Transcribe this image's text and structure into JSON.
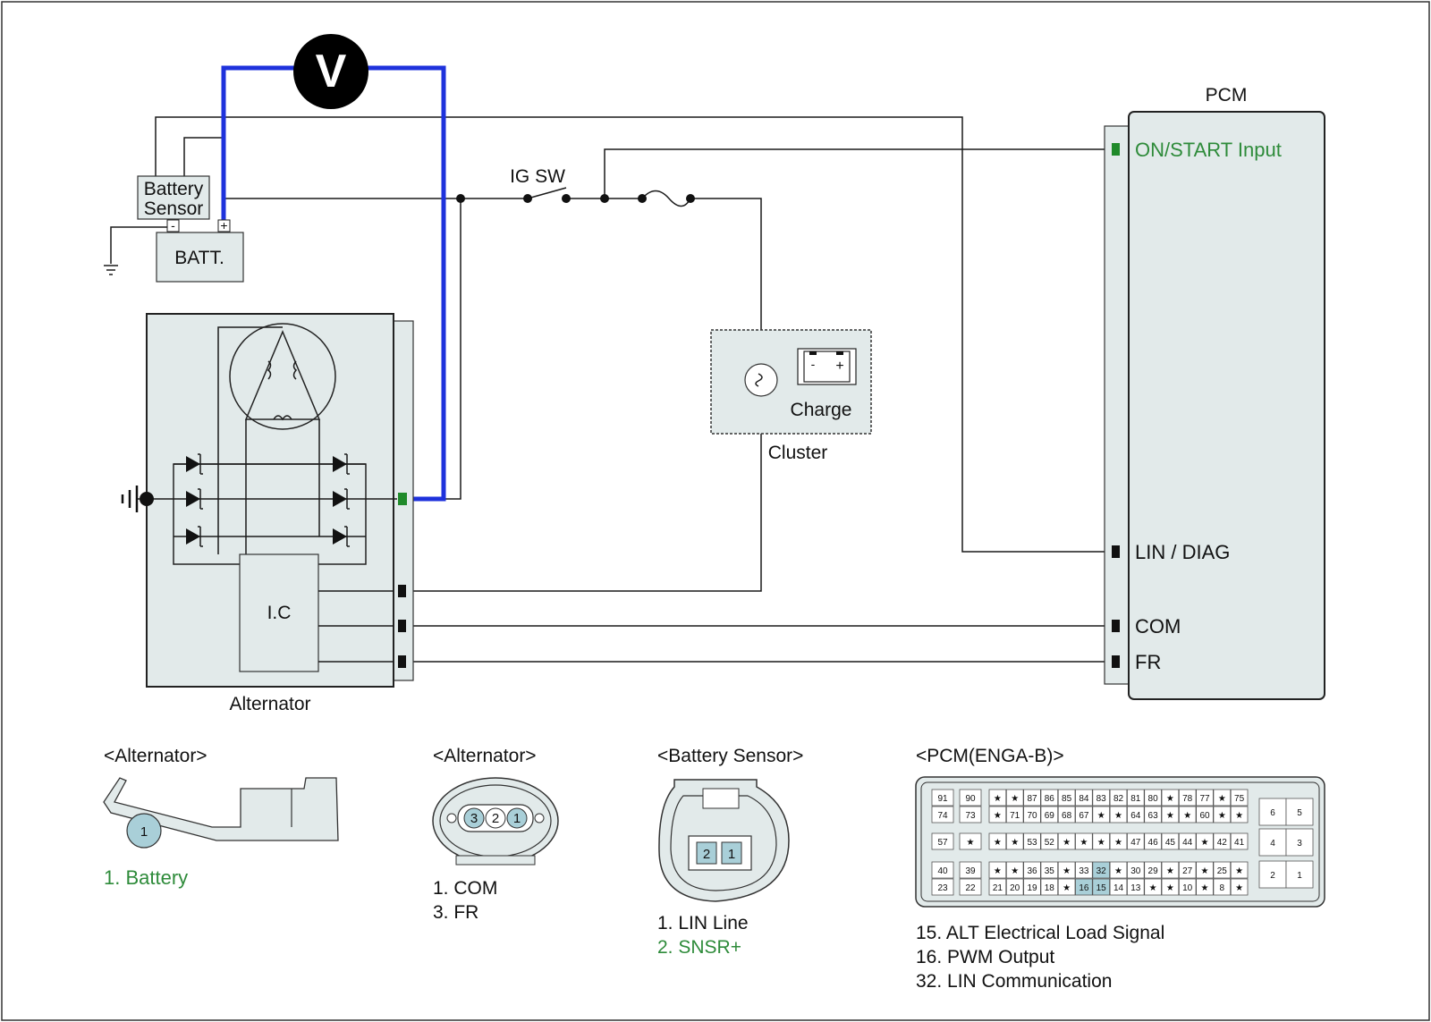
{
  "colors": {
    "voltmeter_wire": "#1e32dc",
    "highlight_text": "#2e8b3a",
    "pin_highlight": "#1f8a2a",
    "component_fill": "#e2eaea",
    "pin_cell_highlight": "#a9cfd8"
  },
  "icons": {
    "voltmeter": "circle-V",
    "ground": "ground-symbol",
    "fuse": "fuse-symbol",
    "charge_lamp": "battery-icon"
  },
  "voltmeter": {
    "symbol": "V"
  },
  "battery_sensor": {
    "line1": "Battery",
    "line2": "Sensor",
    "minus": "-",
    "plus": "+"
  },
  "battery": {
    "label": "BATT."
  },
  "ig_switch": {
    "label": "IG SW"
  },
  "pcm": {
    "title": "PCM",
    "on_start": "ON/START Input",
    "lin_diag": "LIN / DIAG",
    "com": "COM",
    "fr": "FR"
  },
  "cluster": {
    "label": "Cluster",
    "lamp": "Charge",
    "minus": "-",
    "plus": "+"
  },
  "alternator": {
    "label": "Alternator",
    "ic": "I.C"
  },
  "connectors": {
    "alt_terminal": {
      "title": "<Alternator>",
      "pin": "1",
      "items": [
        "1. Battery"
      ]
    },
    "alt_connector": {
      "title": "<Alternator>",
      "pins": [
        "3",
        "2",
        "1"
      ],
      "items": [
        "1. COM",
        "3. FR"
      ]
    },
    "battery_sensor": {
      "title": "<Battery Sensor>",
      "pins": [
        "2",
        "1"
      ],
      "items": [
        "1. LIN Line",
        "2. SNSR+"
      ]
    },
    "pcm": {
      "title": "<PCM(ENGA-B)>",
      "rows": [
        [
          "91",
          "90",
          "★",
          "★",
          "87",
          "86",
          "85",
          "84",
          "83",
          "82",
          "81",
          "80",
          "★",
          "78",
          "77",
          "★",
          "75"
        ],
        [
          "74",
          "73",
          "★",
          "71",
          "70",
          "69",
          "68",
          "67",
          "★",
          "★",
          "64",
          "63",
          "★",
          "★",
          "60",
          "★",
          "★"
        ],
        [
          "57",
          "★",
          "★",
          "★",
          "53",
          "52",
          "★",
          "★",
          "★",
          "★",
          "47",
          "46",
          "45",
          "44",
          "★",
          "42",
          "41"
        ],
        [
          "40",
          "39",
          "★",
          "★",
          "36",
          "35",
          "★",
          "33",
          "32",
          "★",
          "30",
          "29",
          "★",
          "27",
          "★",
          "25",
          "★"
        ],
        [
          "23",
          "22",
          "21",
          "20",
          "19",
          "18",
          "★",
          "16",
          "15",
          "14",
          "13",
          "★",
          "★",
          "10",
          "★",
          "8",
          "★"
        ]
      ],
      "side": [
        [
          "6",
          "5"
        ],
        [
          "4",
          "3"
        ],
        [
          "2",
          "1"
        ]
      ],
      "highlighted": [
        "32",
        "16",
        "15"
      ],
      "items": [
        "15. ALT Electrical Load Signal",
        "16. PWM Output",
        "32. LIN Communication"
      ]
    }
  }
}
